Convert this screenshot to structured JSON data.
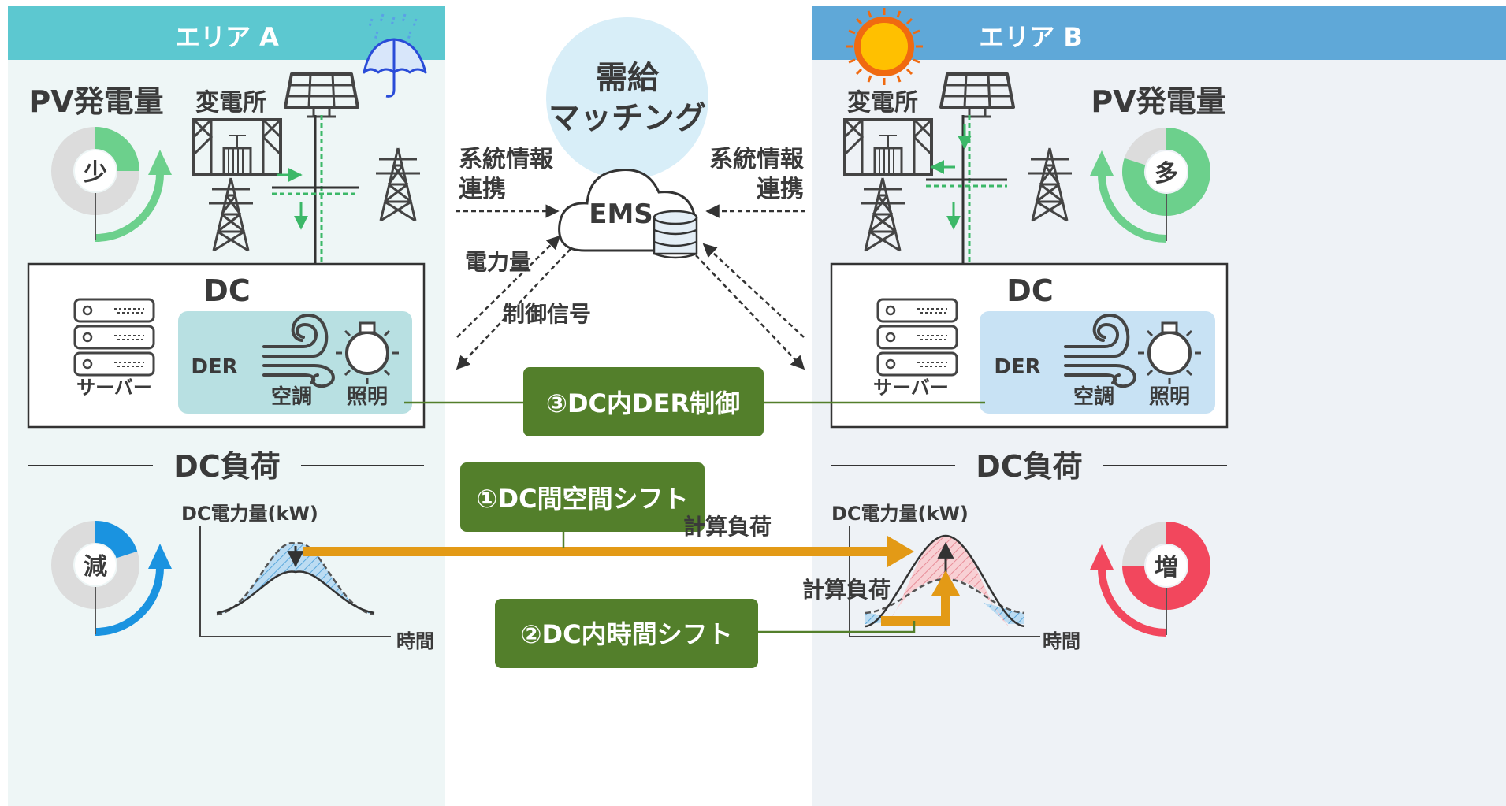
{
  "center": {
    "title_line1": "需給",
    "title_line2": "マッチング",
    "ems": "EMS"
  },
  "links": {
    "grid_info_left_1": "系統情報",
    "grid_info_left_2": "連携",
    "grid_info_right_1": "系統情報",
    "grid_info_right_2": "連携",
    "power": "電力量",
    "control": "制御信号"
  },
  "area_a": {
    "title": "エリア A",
    "pv_label": "PV発電量",
    "pv_level": "少",
    "pv_fraction": 0.25,
    "substation": "変電所",
    "dc": "DC",
    "server": "サーバー",
    "der": "DER",
    "hvac": "空調",
    "lighting": "照明",
    "load_section": "DC負荷",
    "chart_ylabel": "DC電力量(kW)",
    "chart_xlabel": "時間",
    "load_level": "減",
    "load_fraction": 0.2,
    "weather": "rain"
  },
  "area_b": {
    "title": "エリア B",
    "pv_label": "PV発電量",
    "pv_level": "多",
    "pv_fraction": 0.8,
    "substation": "変電所",
    "dc": "DC",
    "server": "サーバー",
    "der": "DER",
    "hvac": "空調",
    "lighting": "照明",
    "load_section": "DC負荷",
    "chart_ylabel": "DC電力量(kW)",
    "chart_xlabel": "時間",
    "load_level": "増",
    "load_fraction": 0.75,
    "weather": "sun"
  },
  "measures": {
    "m1": "①DC間空間シフト",
    "m2": "②DC内時間シフト",
    "m3": "③DC内DER制御",
    "compute_load_1": "計算負荷",
    "compute_load_2": "計算負荷"
  },
  "colors": {
    "area_a_header": "#5cc8d0",
    "area_b_header": "#5fa8d8",
    "area_a_bg": "#eef6f6",
    "area_b_bg": "#eef2f6",
    "green_box": "#537f2b",
    "orange": "#e39a16",
    "pv_green": "#6cd08c",
    "load_blue": "#1a93e0",
    "load_red": "#f2475d",
    "ring_grey": "#dcdcdc",
    "center_circle": "#d8eef8"
  }
}
